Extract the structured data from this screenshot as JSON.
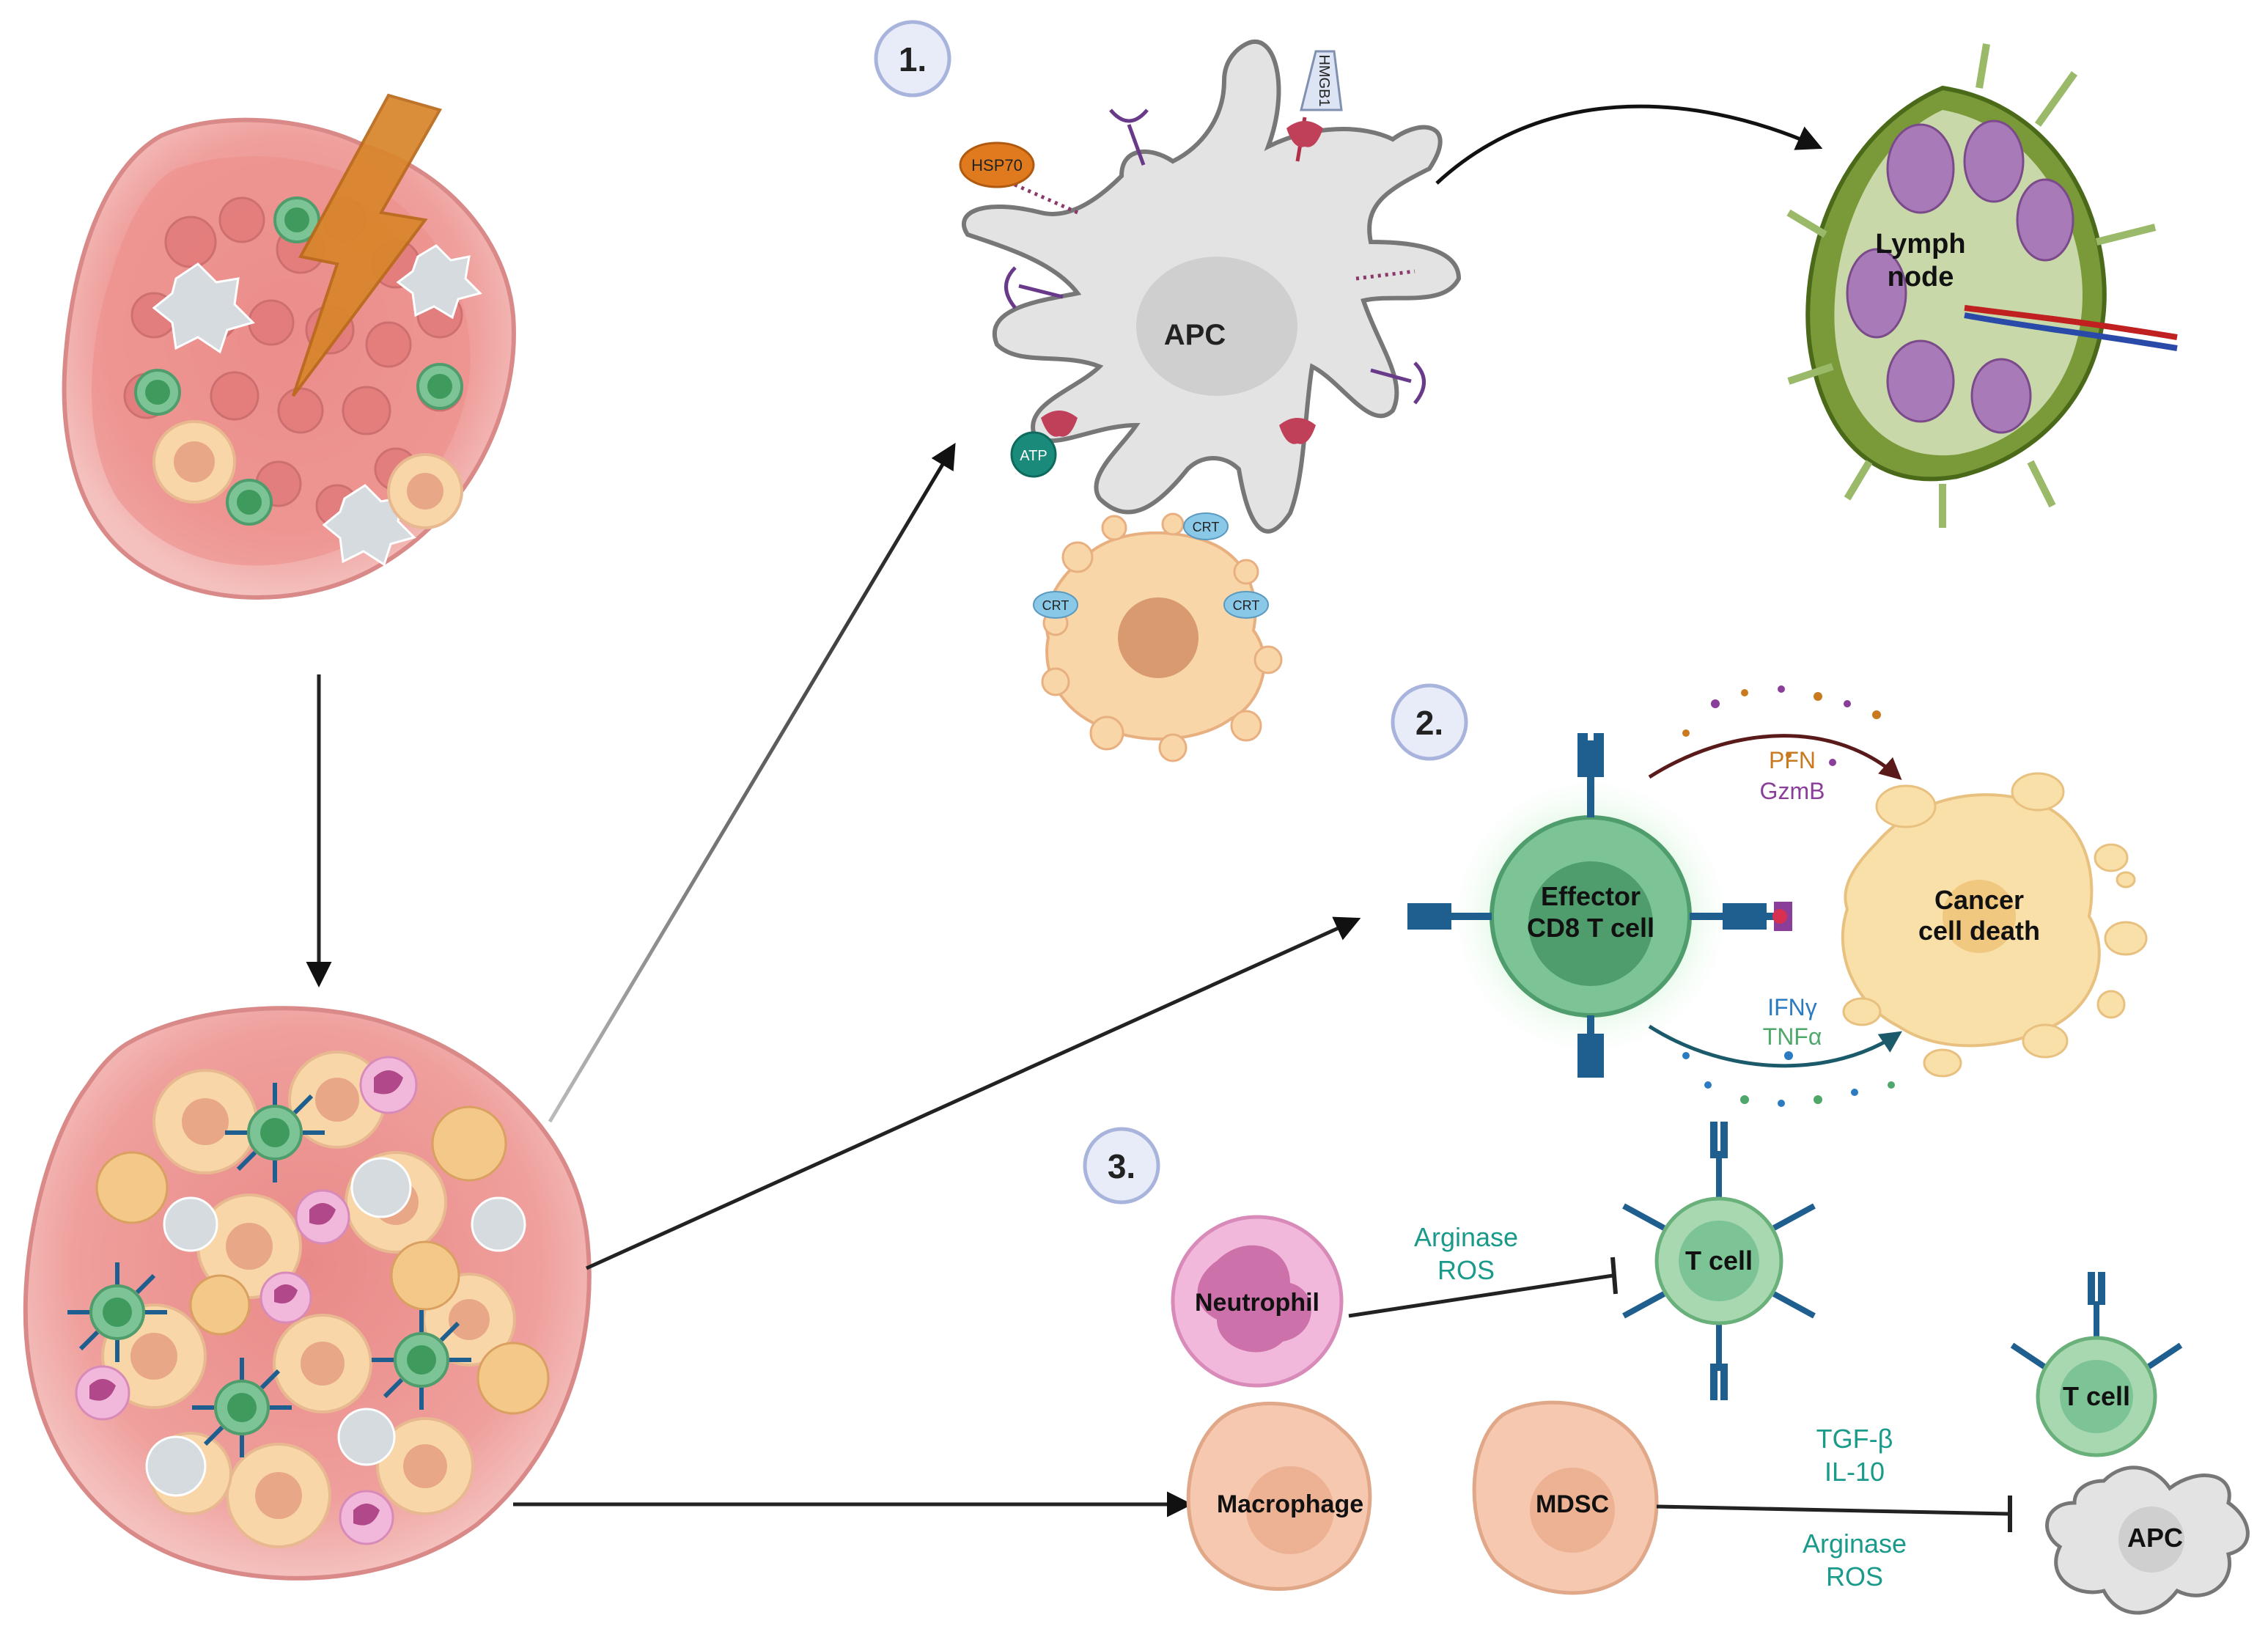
{
  "steps": {
    "s1": "1.",
    "s2": "2.",
    "s3": "3."
  },
  "apc_main": {
    "label": "APC",
    "markers": {
      "hsp70": "HSP70",
      "hmgb1": "HMGB1",
      "atp": "ATP",
      "crt": "CRT"
    }
  },
  "lymph_node": {
    "line1": "Lymph",
    "line2": "node"
  },
  "effector": {
    "line1": "Effector",
    "line2": "CD8 T cell"
  },
  "cytotoxic": {
    "pfn": "PFN",
    "gzmb": "GzmB",
    "ifng": "IFNγ",
    "tnfa": "TNFα"
  },
  "cancer_death": {
    "line1": "Cancer",
    "line2": "cell death"
  },
  "suppression": {
    "neutrophil": "Neutrophil",
    "macrophage": "Macrophage",
    "mdsc": "MDSC",
    "t_cell": "T cell",
    "apc": "APC",
    "neutrophil_factors": {
      "l1": "Arginase",
      "l2": "ROS"
    },
    "myeloid_factors_top": {
      "l1": "TGF-β",
      "l2": "IL-10"
    },
    "myeloid_factors_bottom": {
      "l1": "Arginase",
      "l2": "ROS"
    }
  },
  "colors": {
    "tumor": "#f2a9a6",
    "tumor_edge": "#d98a88",
    "t_cell": "#7cc495",
    "apc_fill": "#e3e3e3",
    "cancer_cell": "#f8d6a8",
    "neutrophil": "#f1b8dc",
    "macrophage": "#f7c8b0",
    "receptor": "#1f5f8f",
    "teal_text": "#1a9a8a",
    "pfn": "#c97a1e",
    "gzmb": "#8a3e99",
    "ifng": "#2a7bbf",
    "tnfa": "#4fa86a",
    "lightning": "#d9852a"
  }
}
